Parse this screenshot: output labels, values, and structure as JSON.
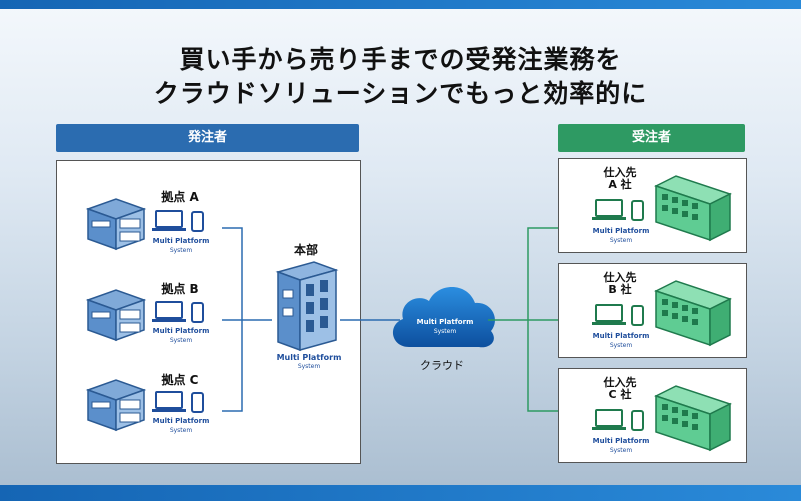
{
  "title": {
    "line1": "買い手から売り手までの受発注業務を",
    "line2": "クラウドソリューションでもっと効率的に"
  },
  "left_header": "発注者",
  "right_header": "受注者",
  "branches": [
    {
      "label": "拠点 A"
    },
    {
      "label": "拠点 B"
    },
    {
      "label": "拠点 C"
    }
  ],
  "hq": {
    "label": "本部"
  },
  "cloud": {
    "label": "クラウド",
    "brand_line1": "Multi Platform",
    "brand_line2": "System"
  },
  "suppliers": [
    {
      "line1": "仕入先",
      "line2": "A 社"
    },
    {
      "line1": "仕入先",
      "line2": "B 社"
    },
    {
      "line1": "仕入先",
      "line2": "C 社"
    }
  ],
  "brand": {
    "name": "Multi Platform",
    "sub": "System"
  },
  "colors": {
    "blue": "#2b6cb0",
    "green": "#2e9a63",
    "store_blue": "#5b8fcb",
    "bldg_green": "#4fbf8a"
  }
}
